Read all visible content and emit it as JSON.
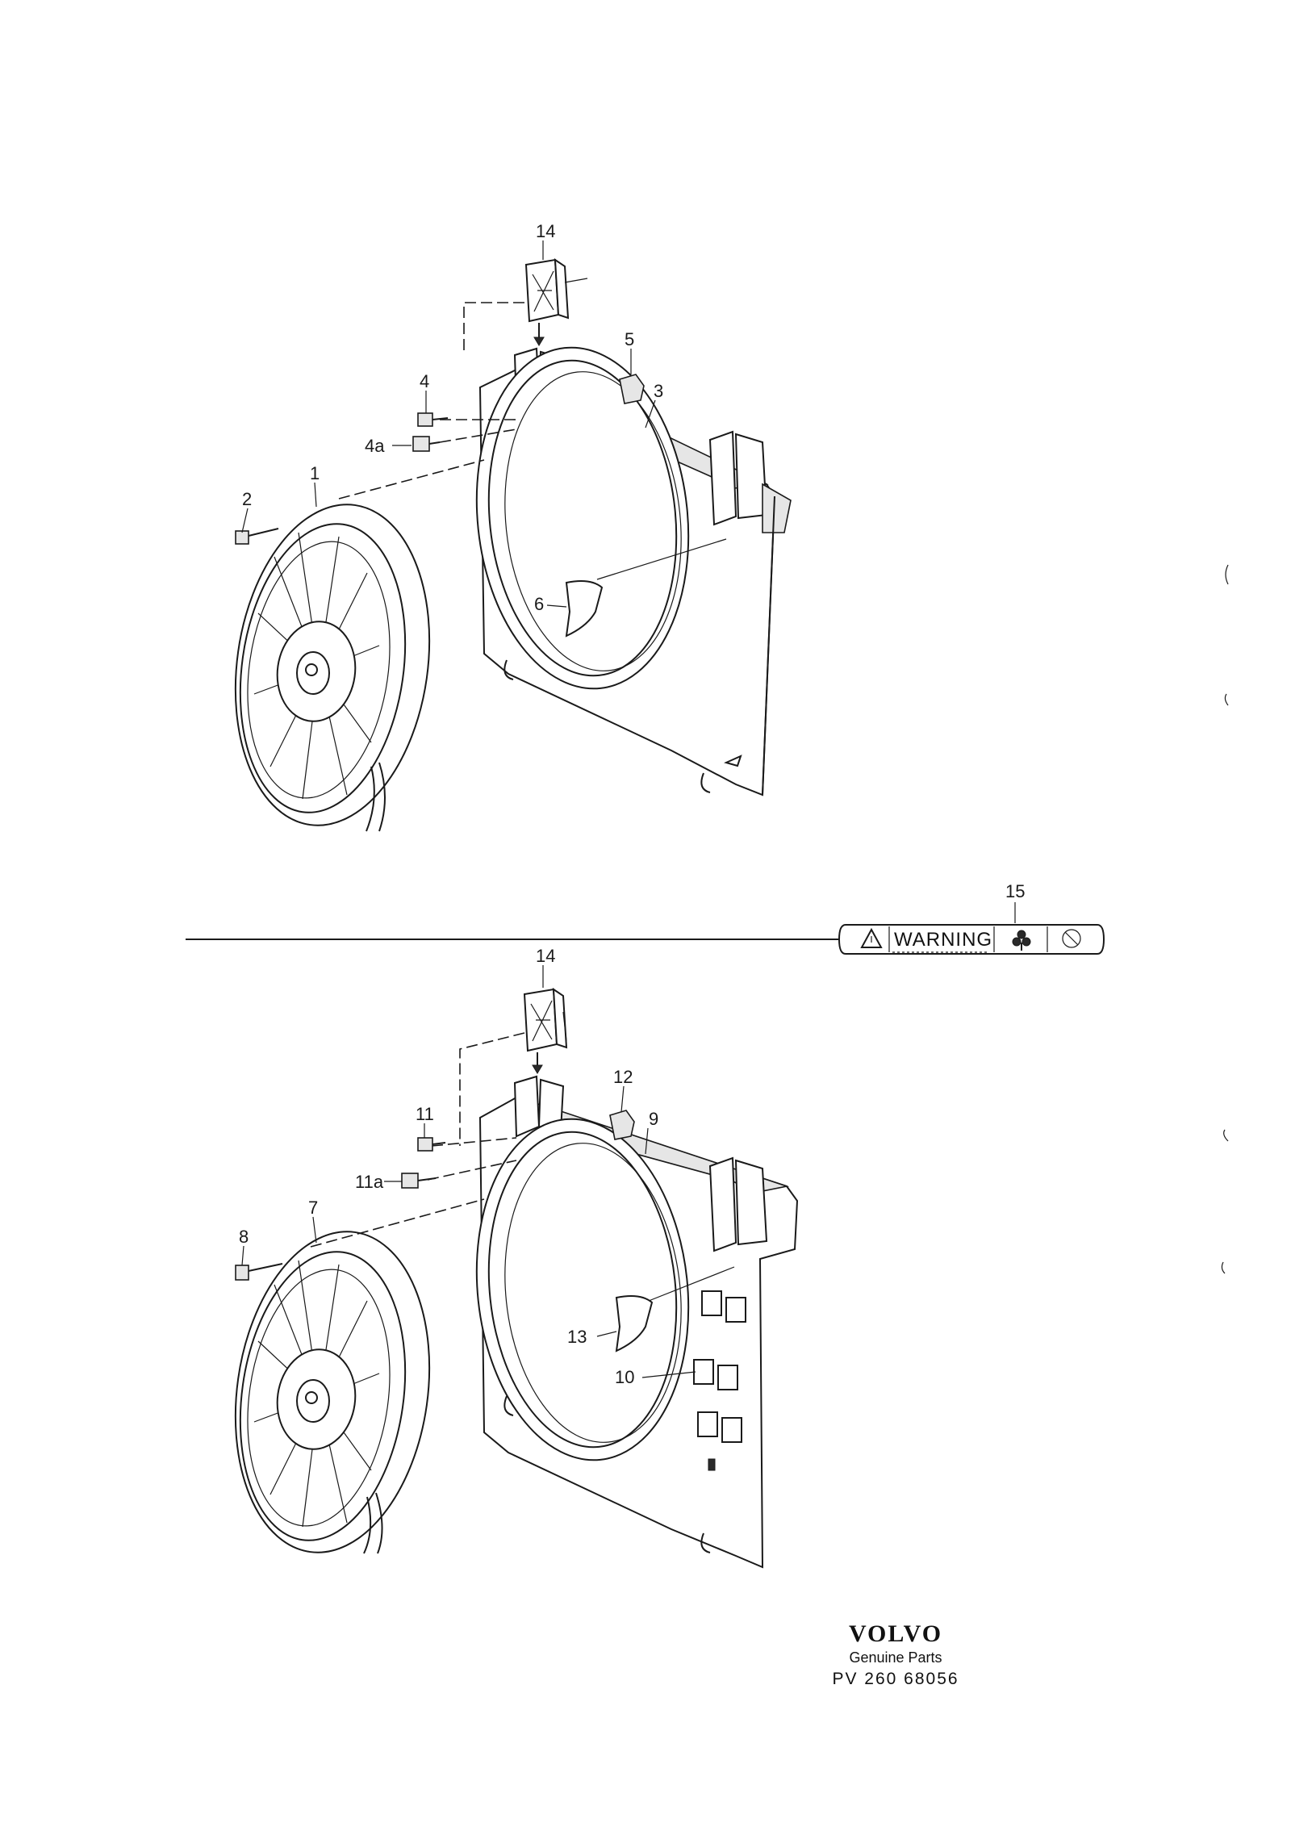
{
  "callouts": {
    "c1": "1",
    "c2": "2",
    "c3": "3",
    "c4": "4",
    "c4a": "4a",
    "c5": "5",
    "c6": "6",
    "c7": "7",
    "c8": "8",
    "c9": "9",
    "c10": "10",
    "c11": "11",
    "c11a": "11a",
    "c12": "12",
    "c13": "13",
    "c14_top": "14",
    "c14_bottom": "14",
    "c15": "15"
  },
  "warning_label": {
    "text": "WARNING"
  },
  "brand": {
    "logo": "VOLVO",
    "tagline": "Genuine Parts",
    "code": "PV 260 68056"
  }
}
